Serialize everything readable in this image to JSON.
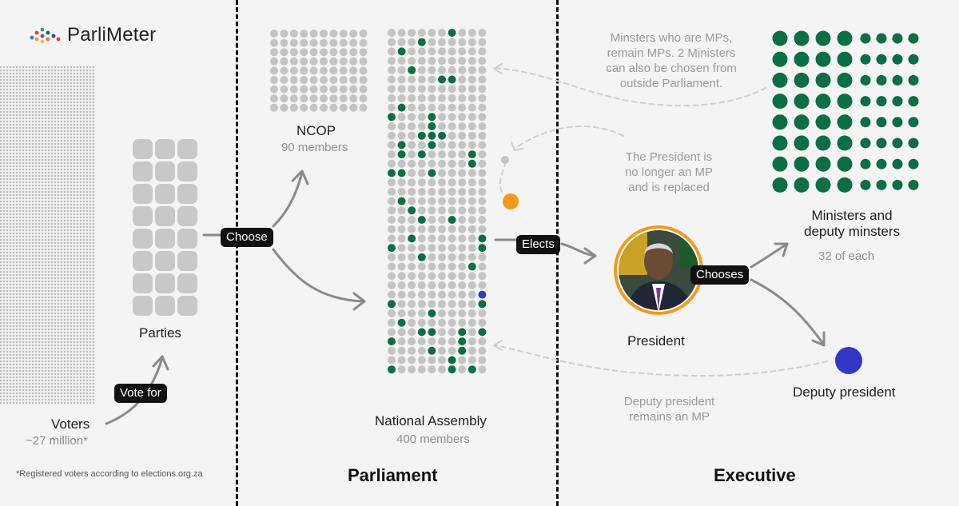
{
  "brand": {
    "name": "ParliMeter"
  },
  "colors": {
    "accent_green": "#0b6e45",
    "seat_grey": "#c4c4c4",
    "president_orange": "#f39a1d",
    "deputy_blue": "#3238c6",
    "tag_bg": "#111111"
  },
  "voters": {
    "label": "Voters",
    "count": "~27 million*",
    "footnote": "*Registered voters according to elections.org.za"
  },
  "parties": {
    "label": "Parties"
  },
  "actions": {
    "vote_for": "Vote for",
    "choose": "Choose",
    "elects": "Elects",
    "chooses": "Chooses"
  },
  "ncop": {
    "label": "NCOP",
    "members": "90 members"
  },
  "national_assembly": {
    "label": "National Assembly",
    "members": "400 members"
  },
  "notes": {
    "ministers_mps": "Minsters who are MPs,\nremain MPs. 2 Ministers\ncan also be chosen from\noutside Parliament.",
    "president_replaced": "The President is\nno longer an MP\nand is replaced",
    "deputy_mp": "Deputy president\nremains an MP"
  },
  "president": {
    "label": "President",
    "photo_icon": "president-portrait"
  },
  "ministers": {
    "label": "Ministers and\ndeputy minsters",
    "count": "32 of each"
  },
  "deputy_president": {
    "label": "Deputy president"
  },
  "sections": {
    "parliament": "Parliament",
    "executive": "Executive"
  }
}
